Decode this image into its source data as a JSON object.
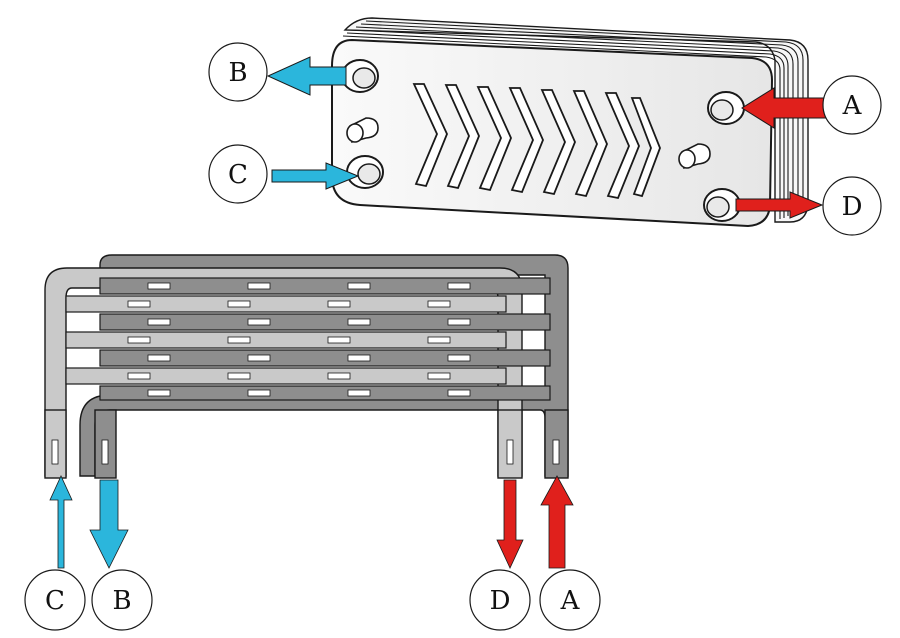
{
  "labels": {
    "A": "A",
    "B": "B",
    "C": "C",
    "D": "D"
  },
  "colors": {
    "cold_stream": "#2bb6dc",
    "hot_stream": "#e0201c",
    "plate_light": "#c9c9c9",
    "plate_dark": "#8e8e8e",
    "outline": "#1a1a1a",
    "body_fill": "#f4f4f4"
  },
  "icons": {
    "arrow_in": "arrow-in-icon",
    "arrow_out": "arrow-out-icon",
    "chevron": "chevron-icon"
  }
}
